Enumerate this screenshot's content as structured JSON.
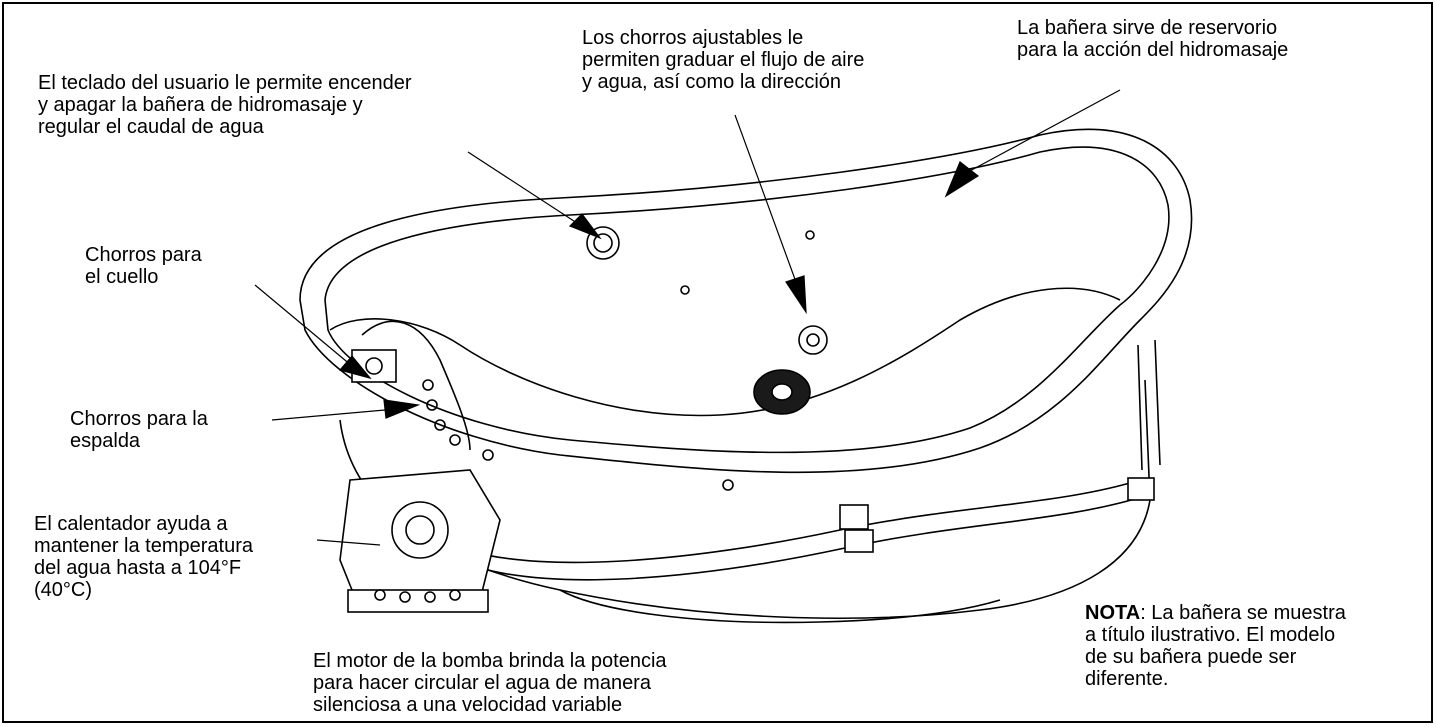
{
  "labels": {
    "keypad": [
      "El teclado del usuario le permite encender",
      "y apagar la bañera de hidromasaje y",
      "regular el caudal de agua"
    ],
    "adjustable_jets": [
      "Los chorros ajustables le",
      "permiten graduar el flujo de aire",
      "y agua, así como la dirección"
    ],
    "reservoir": [
      "La bañera sirve de reservorio",
      "para la acción del hidromasaje"
    ],
    "neck_jets": [
      "Chorros para",
      "el cuello"
    ],
    "back_jets": [
      "Chorros para la",
      "espalda"
    ],
    "heater": [
      "El calentador ayuda a",
      "mantener la temperatura",
      "del agua hasta a 104°F",
      "(40°C)"
    ],
    "pump_motor": [
      "El motor de la bomba brinda la potencia",
      "para hacer circular el agua de manera",
      "silenciosa a una velocidad variable"
    ]
  },
  "note": {
    "bold": "NOTA",
    "lines": [
      ": La bañera se muestra",
      "a título ilustrativo. El modelo",
      "de su bañera puede ser",
      "diferente."
    ]
  },
  "colors": {
    "line": "#000000",
    "background": "#ffffff",
    "shade": "#1a1a1a"
  }
}
